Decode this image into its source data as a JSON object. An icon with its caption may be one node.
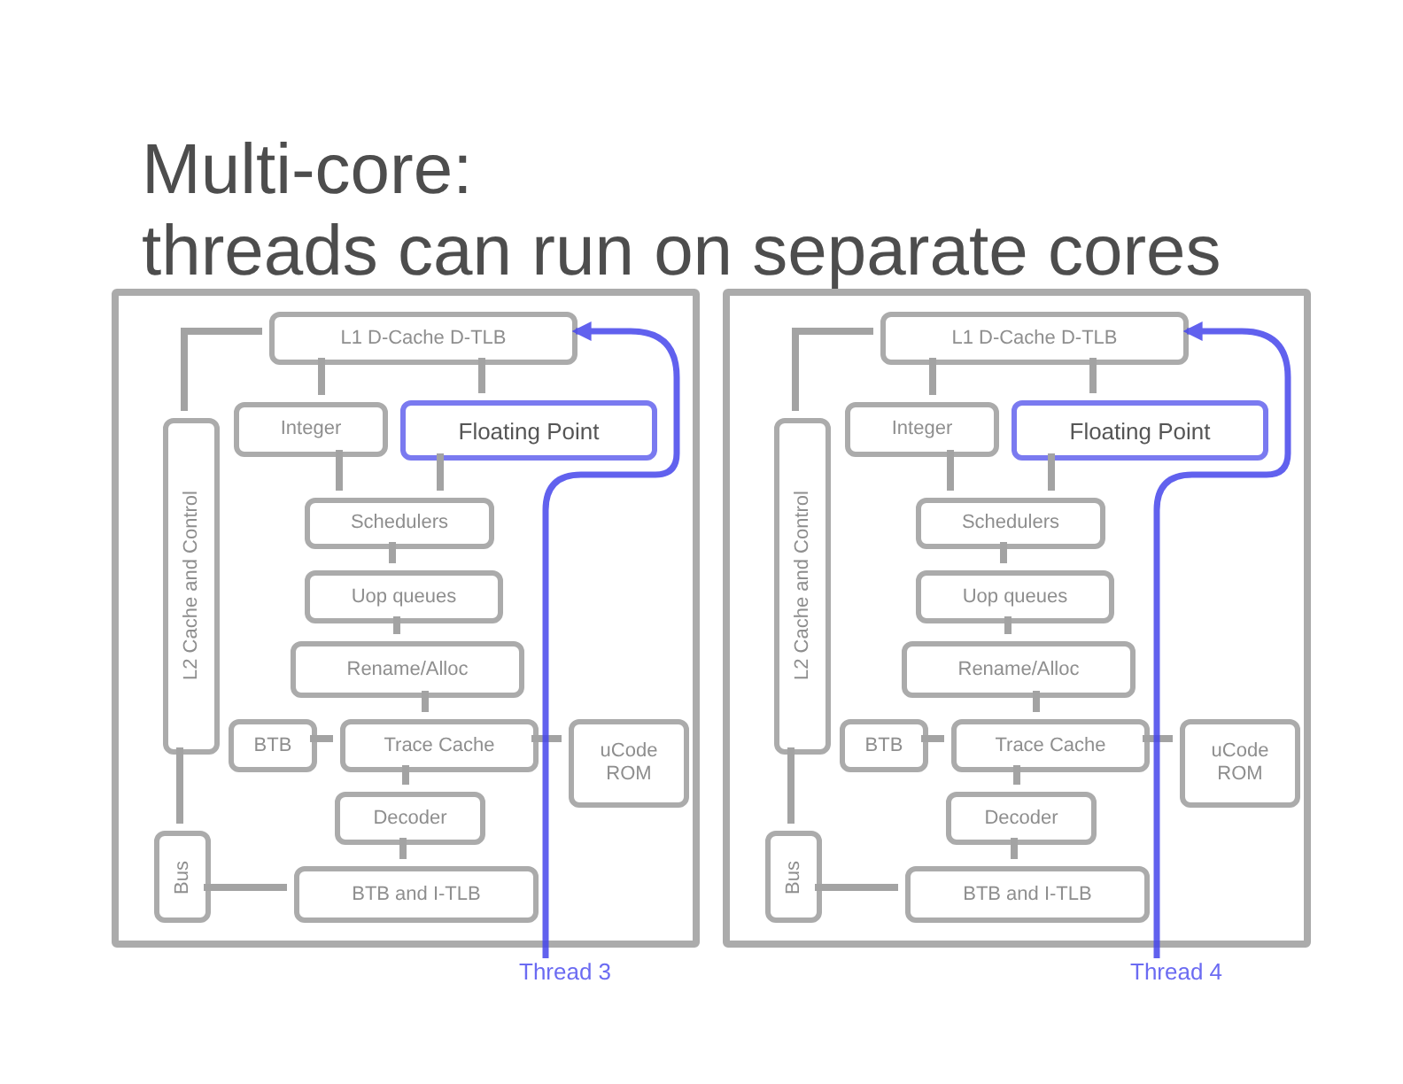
{
  "diagram": {
    "title": "Multi-core:",
    "nodes": [
      {
        "text": [],
        "shape": "box"
      },
      {
        "text": [
          "L1 D-Cache D-TLB"
        ],
        "in": 0
      },
      {
        "text": [
          "Integer"
        ],
        "in": 0
      },
      {
        "text": [
          "Floating Point"
        ],
        "in": 0
      },
      {
        "text": [
          "L2 Cache and Control"
        ],
        "in": 0
      },
      {
        "text": [
          "Schedulers"
        ],
        "in": 0
      },
      {
        "text": [
          "Uop queues"
        ],
        "in": 0
      },
      {
        "text": [
          "Rename/Alloc"
        ],
        "in": 0
      },
      {
        "text": [
          "BTB"
        ],
        "in": 0
      },
      {
        "text": [
          "Trace Cache"
        ],
        "in": 0
      },
      {
        "text": [
          "uCode ROM"
        ],
        "in": 0
      },
      {
        "text": [
          "Decoder"
        ],
        "in": 0
      },
      {
        "text": [
          "Bus"
        ],
        "in": 0
      },
      {
        "text": [
          "BTB and I-TLB"
        ],
        "in": 0
      },
      {
        "text": [],
        "shape": "box"
      },
      {
        "text": [
          "L1 D-Cache D-TLB"
        ],
        "in": 14
      },
      {
        "text": [
          "Integer"
        ],
        "in": 14
      },
      {
        "text": [
          "Floating Point"
        ],
        "in": 14
      },
      {
        "text": [
          "L2 Cache and Control"
        ],
        "in": 14
      },
      {
        "text": [
          "Schedulers"
        ],
        "in": 14
      },
      {
        "text": [
          "Uop queues"
        ],
        "in": 14
      },
      {
        "text": [
          "Rename/Alloc"
        ],
        "in": 14
      },
      {
        "text": [
          "BTB"
        ],
        "in": 14
      },
      {
        "text": [
          "Trace Cache"
        ],
        "in": 14
      },
      {
        "text": [
          "uCode ROM"
        ],
        "in": 14
      },
      {
        "text": [
          "Decoder"
        ],
        "in": 14
      },
      {
        "text": [
          "Bus"
        ],
        "in": 14
      },
      {
        "text": [
          "BTB and I-TLB"
        ],
        "in": 14
      },
      {
        "text": [
          "Thread 3"
        ]
      },
      {
        "text": [
          "Thread 4"
        ]
      }
    ],
    "edges": [
      {
        "from": 1,
        "to": 4,
        "arrow": "none"
      },
      {
        "from": 1,
        "to": 2,
        "arrow": "none"
      },
      {
        "from": 1,
        "to": 3,
        "arrow": "none"
      },
      {
        "from": 2,
        "to": 5,
        "arrow": "none"
      },
      {
        "from": 3,
        "to": 5,
        "arrow": "none"
      },
      {
        "from": 5,
        "to": 6,
        "arrow": "none"
      },
      {
        "from": 6,
        "to": 7,
        "arrow": "none"
      },
      {
        "from": 7,
        "to": 9,
        "arrow": "none"
      },
      {
        "from": 8,
        "to": 9,
        "arrow": "none"
      },
      {
        "from": 9,
        "to": 10,
        "arrow": "none"
      },
      {
        "from": 9,
        "to": 11,
        "arrow": "none"
      },
      {
        "from": 11,
        "to": 13,
        "arrow": "none"
      },
      {
        "from": 4,
        "to": 12,
        "arrow": "none"
      },
      {
        "from": 12,
        "to": 13,
        "arrow": "none"
      },
      {
        "from": 15,
        "to": 18,
        "arrow": "none"
      },
      {
        "from": 15,
        "to": 16,
        "arrow": "none"
      },
      {
        "from": 15,
        "to": 17,
        "arrow": "none"
      },
      {
        "from": 16,
        "to": 19,
        "arrow": "none"
      },
      {
        "from": 17,
        "to": 19,
        "arrow": "none"
      },
      {
        "from": 19,
        "to": 20,
        "arrow": "none"
      },
      {
        "from": 20,
        "to": 21,
        "arrow": "none"
      },
      {
        "from": 21,
        "to": 23,
        "arrow": "none"
      },
      {
        "from": 22,
        "to": 23,
        "arrow": "none"
      },
      {
        "from": 23,
        "to": 24,
        "arrow": "none"
      },
      {
        "from": 23,
        "to": 25,
        "arrow": "none"
      },
      {
        "from": 25,
        "to": 27,
        "arrow": "none"
      },
      {
        "from": 18,
        "to": 26,
        "arrow": "none"
      },
      {
        "from": 26,
        "to": 27,
        "arrow": "none"
      },
      {
        "from": 28,
        "to": 1,
        "arrow": "to",
        "color": "#4646ec"
      },
      {
        "from": 29,
        "to": 15,
        "arrow": "to",
        "color": "#4646ec"
      }
    ],
    "labels": [
      "threads can run on separate cores"
    ]
  }
}
